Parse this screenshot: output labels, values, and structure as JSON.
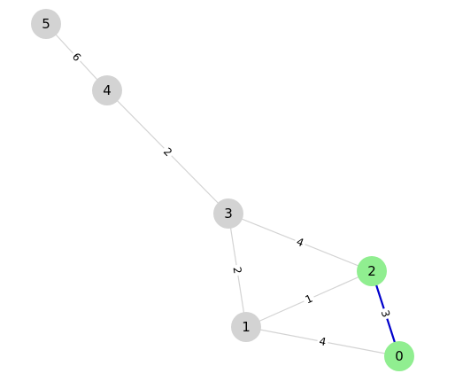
{
  "graph": {
    "colors": {
      "node_default": "#d3d3d3",
      "node_highlight": "#90ee90",
      "edge_default": "#d3d3d3",
      "edge_highlight": "#0000cc",
      "background": "#ffffff"
    },
    "nodes": [
      {
        "id": "0",
        "label": "0",
        "highlighted": true
      },
      {
        "id": "1",
        "label": "1",
        "highlighted": false
      },
      {
        "id": "2",
        "label": "2",
        "highlighted": true
      },
      {
        "id": "3",
        "label": "3",
        "highlighted": false
      },
      {
        "id": "4",
        "label": "4",
        "highlighted": false
      },
      {
        "id": "5",
        "label": "5",
        "highlighted": false
      }
    ],
    "edges": [
      {
        "source": "5",
        "target": "4",
        "weight": "6",
        "highlighted": false
      },
      {
        "source": "4",
        "target": "3",
        "weight": "2",
        "highlighted": false
      },
      {
        "source": "3",
        "target": "2",
        "weight": "4",
        "highlighted": false
      },
      {
        "source": "3",
        "target": "1",
        "weight": "2",
        "highlighted": false
      },
      {
        "source": "1",
        "target": "2",
        "weight": "1",
        "highlighted": false
      },
      {
        "source": "1",
        "target": "0",
        "weight": "4",
        "highlighted": false
      },
      {
        "source": "2",
        "target": "0",
        "weight": "3",
        "highlighted": true
      }
    ]
  }
}
